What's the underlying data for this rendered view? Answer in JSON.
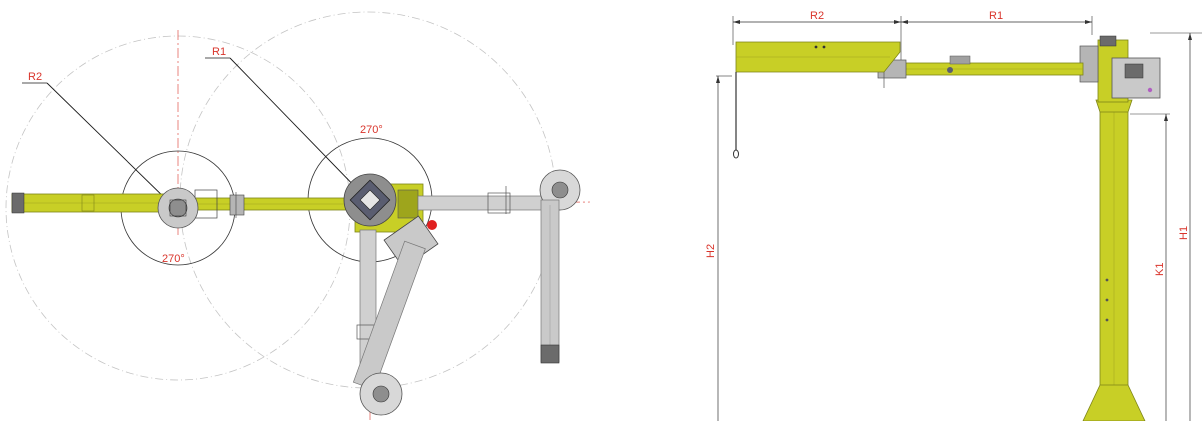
{
  "colors": {
    "arm_yellow": "#c8cf26",
    "arm_yellow_dark": "#9ea51c",
    "arm_grey": "#c9c9c9",
    "arm_grey_dark": "#8e8e8e",
    "dim_red": "#d9342b",
    "line_black": "#1a1a1a",
    "dashdot_grey": "#b8b8b8",
    "steel_dark": "#5a5d70",
    "accent_red": "#e02020"
  },
  "top_view": {
    "labels": {
      "r2": "R2",
      "r1": "R1",
      "angle_main": "270°",
      "angle_arm": "270°"
    }
  },
  "side_view": {
    "labels": {
      "r2": "R2",
      "r1": "R1",
      "h2": "H2",
      "h1": "H1",
      "k1": "K1"
    }
  }
}
